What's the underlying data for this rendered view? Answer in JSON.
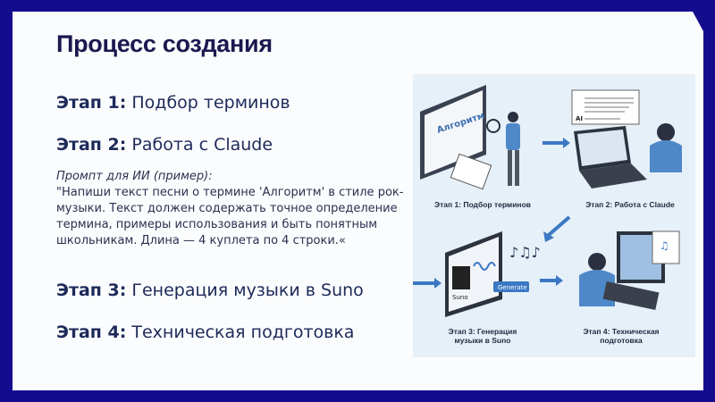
{
  "title": "Процесс создания",
  "steps": [
    {
      "label": "Этап 1:",
      "text": "Подбор терминов"
    },
    {
      "label": "Этап 2:",
      "text": "Работа с Claude"
    },
    {
      "label": "Этап 3:",
      "text": "Генерация музыки в Suno"
    },
    {
      "label": "Этап 4:",
      "text": "Техническая подготовка"
    }
  ],
  "prompt": {
    "label": "Промпт для ИИ (пример):",
    "text": "\"Напиши текст песни о термине 'Алгоритм' в стиле рок-музыки. Текст должен содержать точное определение термина, примеры использования и быть понятным школьникам. Длина — 4 куплета по 4 строки.«"
  },
  "illustration": {
    "captions": [
      "Этап 1: Подбор терминов",
      "Этап 2: Работа с Claude",
      "Этап 3: Генерация музыки в Suno",
      "Этап 4: Техническая подготовка"
    ],
    "screen_word": "Алгоритм",
    "suno_label": "Suno",
    "generate_button": "Generate",
    "ai_label": "AI"
  },
  "colors": {
    "frame": "#140c8e",
    "title": "#1c1850",
    "accent": "#3b78c4"
  }
}
